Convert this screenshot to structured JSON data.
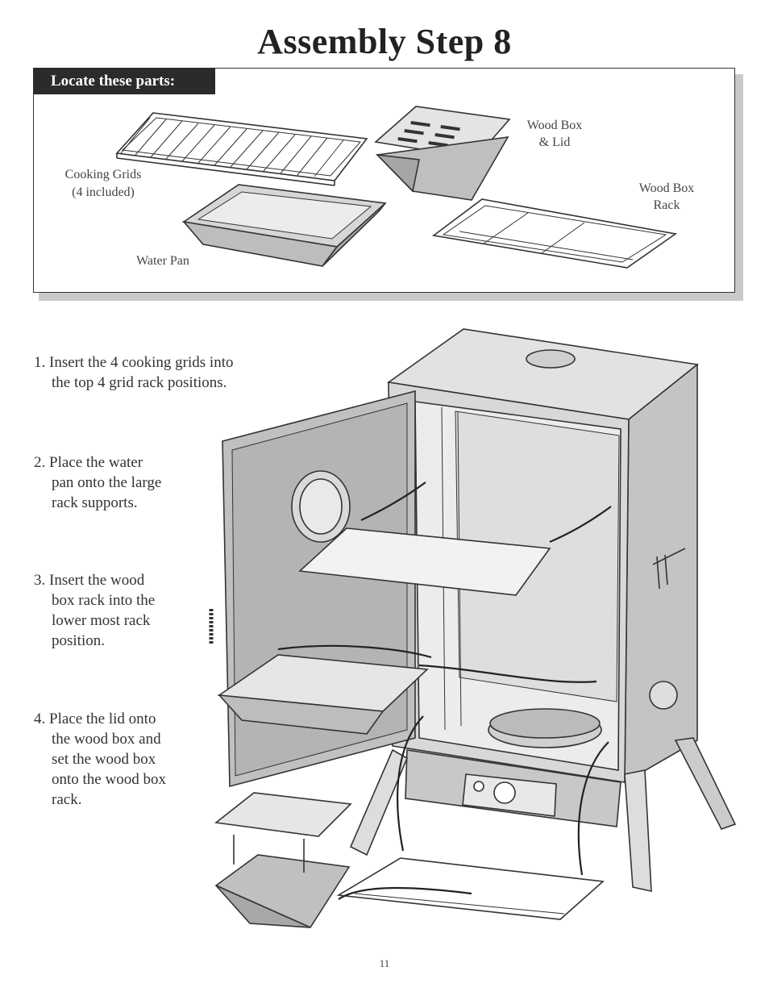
{
  "title": "Assembly Step 8",
  "parts": {
    "header": "Locate these parts:",
    "cooking_grids": "Cooking Grids",
    "cooking_grids_note": "(4 included)",
    "water_pan": "Water Pan",
    "wood_box_line1": "Wood Box",
    "wood_box_line2": "& Lid",
    "wood_box_rack_line1": "Wood Box",
    "wood_box_rack_line2": "Rack"
  },
  "steps": [
    {
      "line1": "1. Insert the 4 cooking grids into",
      "rest": [
        "the top 4 grid rack positions."
      ]
    },
    {
      "line1": "2. Place the water",
      "rest": [
        "pan onto the large",
        "rack supports."
      ]
    },
    {
      "line1": "3. Insert the wood",
      "rest": [
        "box rack into the",
        "lower most rack",
        "position."
      ]
    },
    {
      "line1": "4. Place the lid onto",
      "rest": [
        "the wood box and",
        "set the wood box",
        "onto the wood box",
        "rack."
      ]
    }
  ],
  "page_number": "11"
}
